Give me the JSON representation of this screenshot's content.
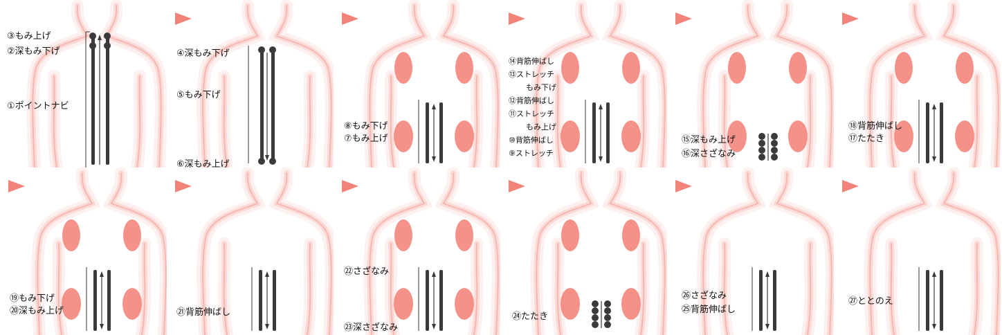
{
  "panels": [
    {
      "arrow": false,
      "ovals": [],
      "labels": [
        {
          "text": "③もみ上げ"
        },
        {
          "text": "②深もみ下げ"
        },
        {
          "text": "①ポイントナビ"
        }
      ],
      "bracket": "①-③",
      "rollers": "top-points",
      "direction": "up"
    },
    {
      "arrow": true,
      "ovals": [],
      "labels": [
        {
          "text": "④深もみ下げ"
        },
        {
          "text": "⑤もみ下げ"
        },
        {
          "text": "⑥深もみ上げ"
        }
      ],
      "rollers": "full-length",
      "direction": "down"
    },
    {
      "arrow": true,
      "ovals": [
        "upper",
        "lower"
      ],
      "labels": [
        {
          "text": "⑧もみ下げ"
        },
        {
          "text": "⑦もみ上げ"
        }
      ],
      "rollers": "lower-back",
      "direction": "both"
    },
    {
      "arrow": true,
      "ovals": [
        "upper",
        "lower"
      ],
      "labels": [
        {
          "text": "⑭背筋伸ばし"
        },
        {
          "text": "⑬ストレッチ"
        },
        {
          "text": "もみ下げ"
        },
        {
          "text": "⑫背筋伸ばし"
        },
        {
          "text": "⑪ストレッチ"
        },
        {
          "text": "もみ上げ"
        },
        {
          "text": "⑩背筋伸ばし"
        },
        {
          "text": "⑨ストレッチ"
        }
      ],
      "rollers": "lower-back",
      "direction": "both"
    },
    {
      "arrow": true,
      "ovals": [
        "upper",
        "lower"
      ],
      "labels": [
        {
          "text": "⑮深もみ上げ"
        },
        {
          "text": "⑯深さざなみ"
        }
      ],
      "rollers": "balls",
      "direction": "both"
    },
    {
      "arrow": true,
      "ovals": [
        "upper",
        "lower"
      ],
      "labels": [
        {
          "text": "⑱背筋伸ばし"
        },
        {
          "text": "⑰たたき"
        }
      ],
      "rollers": "lower-back",
      "direction": "both"
    },
    {
      "arrow": true,
      "ovals": [
        "upper",
        "lower"
      ],
      "labels": [
        {
          "text": "⑲もみ下げ"
        },
        {
          "text": "⑳深もみ上げ"
        }
      ],
      "rollers": "lower-back",
      "direction": "both"
    },
    {
      "arrow": true,
      "ovals": [],
      "labels": [
        {
          "text": "㉑背筋伸ばし"
        }
      ],
      "rollers": "lower-back",
      "direction": "both"
    },
    {
      "arrow": true,
      "ovals": [
        "upper",
        "lower"
      ],
      "labels": [
        {
          "text": "㉒さざなみ"
        },
        {
          "text": "㉓深さざなみ"
        }
      ],
      "rollers": "lower-back",
      "direction": "both"
    },
    {
      "arrow": true,
      "ovals": [
        "upper",
        "lower"
      ],
      "labels": [
        {
          "text": "㉔たたき"
        }
      ],
      "rollers": "balls",
      "direction": "both"
    },
    {
      "arrow": true,
      "ovals": [],
      "labels": [
        {
          "text": "㉖さざなみ"
        },
        {
          "text": "㉕背筋伸ばし"
        }
      ],
      "rollers": "lower-back",
      "direction": "both"
    },
    {
      "arrow": true,
      "ovals": [],
      "labels": [
        {
          "text": "㉗ととのえ"
        }
      ],
      "rollers": "lower-back",
      "direction": "both"
    }
  ],
  "colors": {
    "body_outline": "#f6b3ad",
    "oval": "#f27f74",
    "arrow": "#f2837a",
    "roller": "#3a3a3a"
  }
}
